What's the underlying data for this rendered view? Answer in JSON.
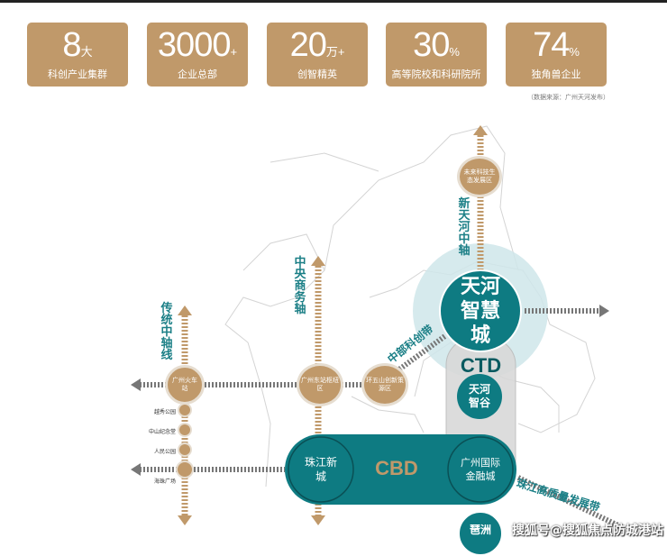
{
  "stats": [
    {
      "number": "8",
      "unit": "大",
      "label": "科创产业集群"
    },
    {
      "number": "3000",
      "unit": "+",
      "label": "企业总部"
    },
    {
      "number": "20",
      "unit": "万+",
      "label": "创智精英"
    },
    {
      "number": "30",
      "unit": "%",
      "label": "高等院校和科研院所"
    },
    {
      "number": "74",
      "unit": "%",
      "label": "独角兽企业"
    }
  ],
  "source": "（数据来源：广州天河发布）",
  "axes": {
    "traditional": "传统中轴线",
    "central_business": "中央商务轴",
    "new_tianhe": "新天河中轴",
    "central_tech_belt": "中部科创带",
    "pearl_river_belt": "珠江高质量发展带"
  },
  "nodes": {
    "railway_station": "广州火车站",
    "east_station": "广州东站枢纽区",
    "wushan": "环五山创新策源区",
    "future_tech": "未来科技生态发展区",
    "smart_city": "天河智慧城",
    "ctd": "CTD",
    "tianhe_valley": "天河智谷",
    "zhujiang_newtown": "珠江新城",
    "cbd": "CBD",
    "finance_city": "广州国际金融城",
    "pazhou": "琶洲"
  },
  "small_stops": [
    "越秀公园",
    "中山纪念堂",
    "人民公园",
    "海珠广场"
  ],
  "watermark": "搜狐号@搜狐焦点防城港站",
  "colors": {
    "gold": "#c0996a",
    "teal": "#0e7b82",
    "halo": "#cfe6ea"
  }
}
